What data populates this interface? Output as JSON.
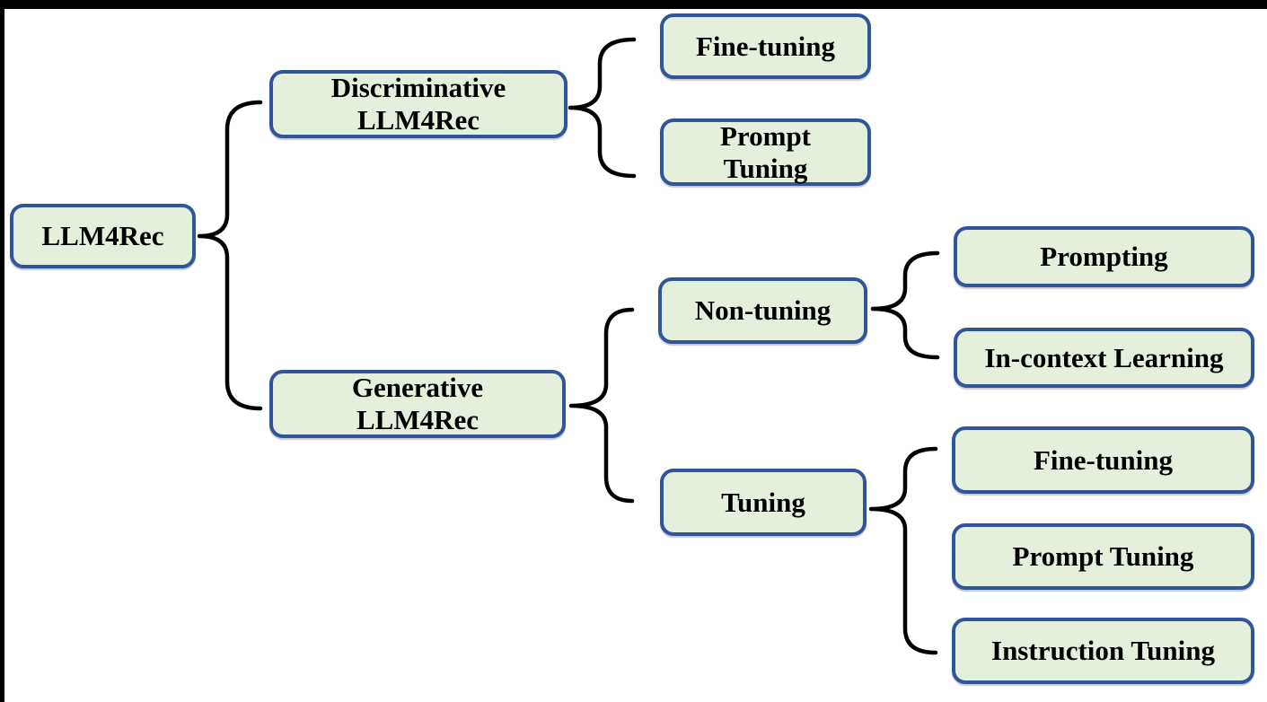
{
  "diagram": {
    "root": {
      "label": "LLM4Rec",
      "children": [
        {
          "label": "Discriminative\nLLM4Rec",
          "children": [
            {
              "label": "Fine-tuning",
              "children": []
            },
            {
              "label": "Prompt\nTuning",
              "children": []
            }
          ]
        },
        {
          "label": "Generative\nLLM4Rec",
          "children": [
            {
              "label": "Non-tuning",
              "children": [
                {
                  "label": "Prompting",
                  "children": []
                },
                {
                  "label": "In-context Learning",
                  "children": []
                }
              ]
            },
            {
              "label": "Tuning",
              "children": [
                {
                  "label": "Fine-tuning",
                  "children": []
                },
                {
                  "label": "Prompt Tuning",
                  "children": []
                },
                {
                  "label": "Instruction Tuning",
                  "children": []
                }
              ]
            }
          ]
        }
      ]
    }
  },
  "colors": {
    "background": "#FFFFFF",
    "top_bar": "#000000",
    "node_fill": "#E4EFDC",
    "node_border": "#30559A",
    "node_text": "#000000",
    "connector": "#000000"
  }
}
